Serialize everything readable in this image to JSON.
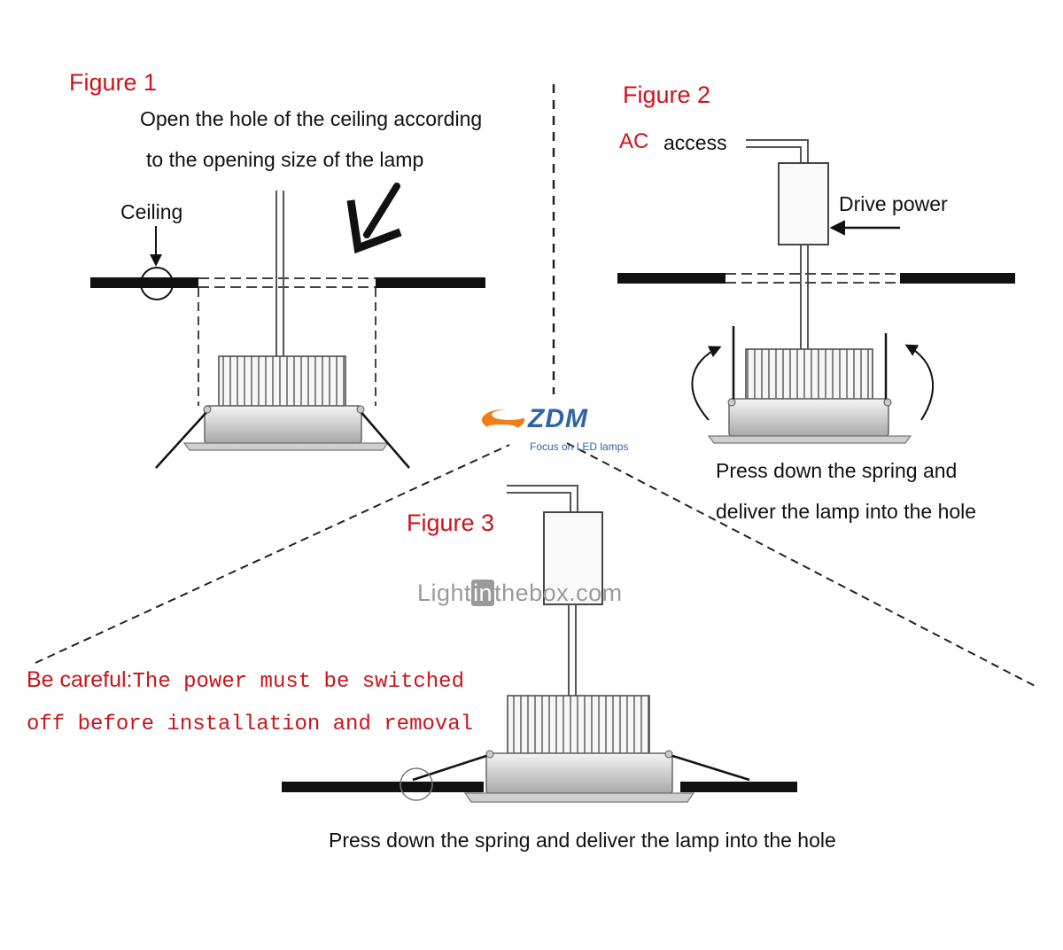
{
  "figure1": {
    "title": "Figure 1",
    "instruction_line1": "Open the hole of the ceiling according",
    "instruction_line2": "to the opening size of the lamp",
    "ceiling_label": "Ceiling"
  },
  "figure2": {
    "title": "Figure 2",
    "ac_label": "AC",
    "access_label": "access",
    "drive_power_label": "Drive power",
    "caption_line1": "Press down the spring and",
    "caption_line2": "deliver the lamp into the hole"
  },
  "figure3": {
    "title": "Figure 3",
    "warning_head": "Be careful:",
    "warning_line1": "The power must be switched",
    "warning_line2": "off before installation and removal",
    "caption": "Press down the spring and deliver the lamp into the hole"
  },
  "logo": {
    "brand": "ZDM",
    "tagline": "Focus on LED lamps"
  },
  "watermark": {
    "part1": "Light",
    "part2": "in",
    "part3": "thebox",
    "part4": ".com"
  },
  "colors": {
    "heading_red": "#d0121b",
    "logo_blue": "#2f63a8",
    "logo_orange": "#f07d1a"
  }
}
